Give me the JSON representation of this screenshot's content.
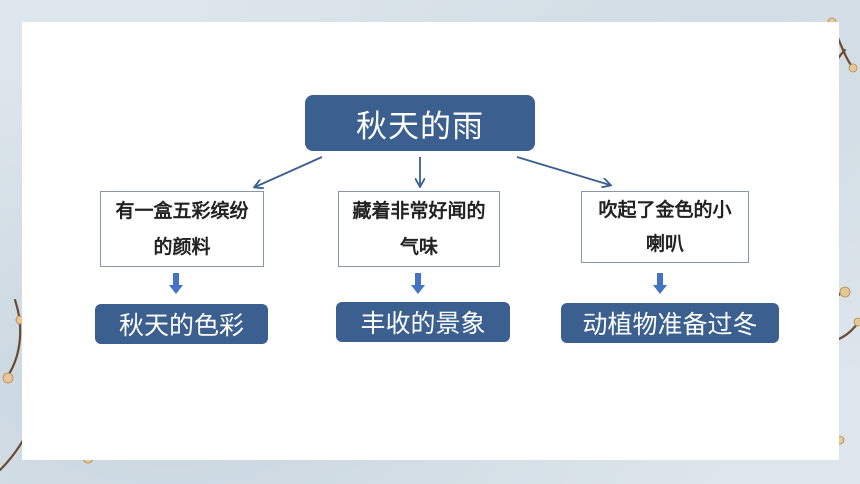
{
  "diagram": {
    "title": "秋天的雨",
    "branches": [
      {
        "description": "有一盒五彩缤纷的颜料",
        "result": "秋天的色彩"
      },
      {
        "description": "藏着非常好闻的气味",
        "result": "丰收的景象"
      },
      {
        "description": "吹起了金色的小喇叭",
        "result": "动植物准备过冬"
      }
    ]
  },
  "colors": {
    "box_fill": "#3b5f8e",
    "arrow": "#3b5f8e",
    "down_arrow": "#4472c4",
    "border": "#8a97a8"
  },
  "decorations": {
    "left_branch": "plum-blossom-branch",
    "right_branch": "plum-blossom-branch"
  }
}
